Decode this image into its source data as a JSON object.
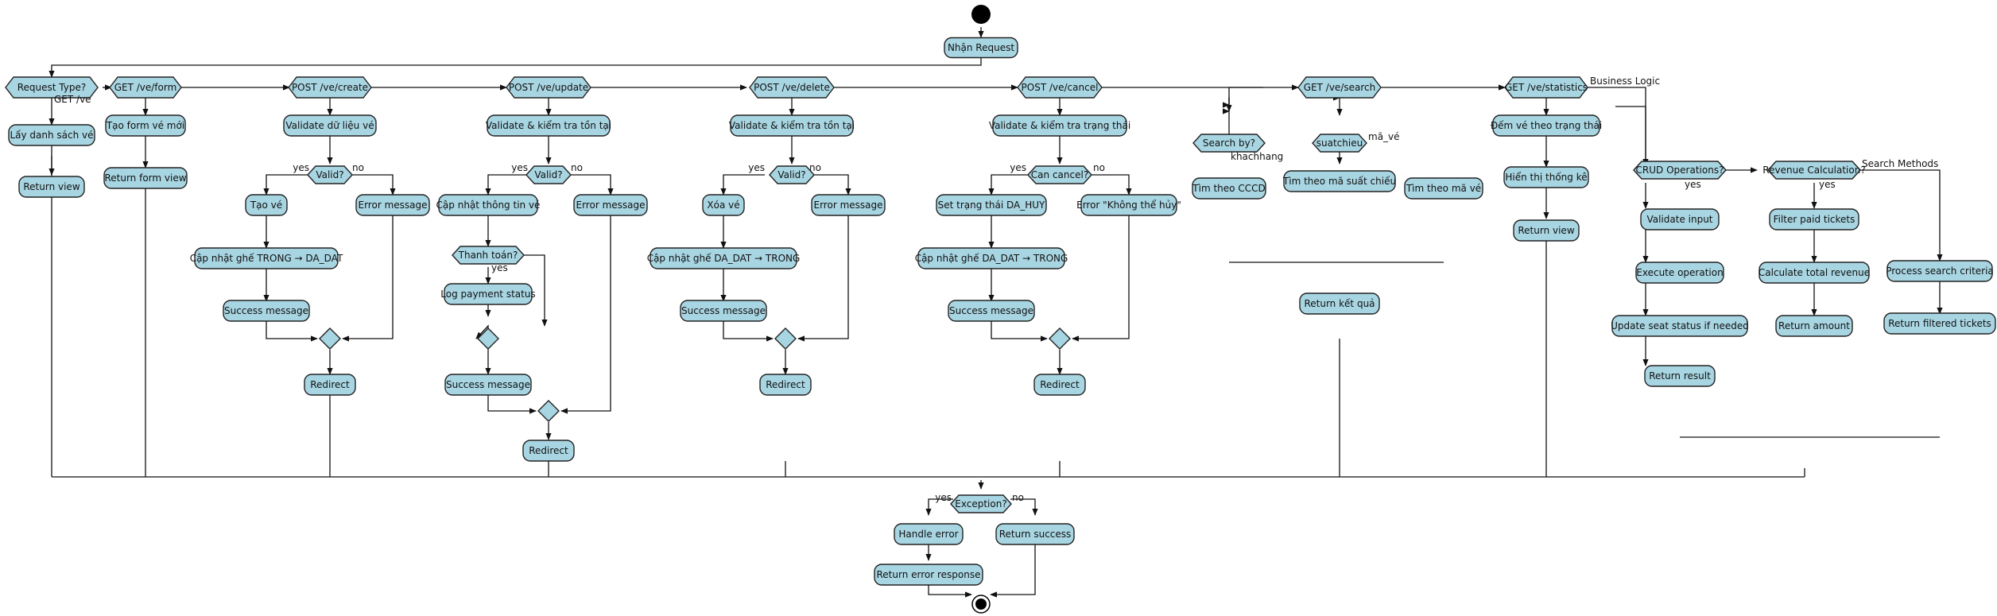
{
  "nodes": {
    "n_start": "Nhận Request",
    "d_type": "Request Type?",
    "d_form": "GET /ve/form",
    "d_create": "POST /ve/create",
    "d_update": "POST /ve/update",
    "d_delete": "POST /ve/delete",
    "d_cancel": "POST /ve/cancel",
    "d_search": "GET /ve/search",
    "d_stats": "GET /ve/statistics",
    "ve_list": "Lấy danh sách vé",
    "ve_ret": "Return view",
    "form_new": "Tạo form vé mới",
    "form_ret": "Return form view",
    "c_valid": "Validate dữ liệu vé",
    "c_q": "Valid?",
    "c_tao": "Tạo vé",
    "c_err": "Error message",
    "c_seat": "Cập nhật ghế TRONG → DA_DAT",
    "c_succ": "Success message",
    "c_redir": "Redirect",
    "u_valid": "Validate & kiểm tra tồn tại",
    "u_q": "Valid?",
    "u_upd": "Cập nhật thông tin vé",
    "u_err": "Error message",
    "u_pay": "Thanh toán?",
    "u_log": "Log payment status",
    "u_succ": "Success message",
    "u_redir": "Redirect",
    "dl_valid": "Validate & kiểm tra tồn tại",
    "dl_q": "Valid?",
    "dl_xoa": "Xóa vé",
    "dl_err": "Error message",
    "dl_seat": "Cập nhật ghế DA_DAT → TRONG",
    "dl_succ": "Success message",
    "dl_redir": "Redirect",
    "cn_valid": "Validate & kiểm tra trạng thái",
    "cn_q": "Can cancel?",
    "cn_set": "Set trạng thái DA_HUY",
    "cn_err": "Error \"Không thể hủy\"",
    "cn_seat": "Cập nhật ghế DA_DAT → TRONG",
    "cn_succ": "Success message",
    "cn_redir": "Redirect",
    "s_by": "Search by?",
    "s_sc": "suatchieu",
    "s_cccd": "Tìm theo CCCD",
    "s_msc": "Tìm theo mã suất chiếu",
    "s_mve": "Tìm theo mã vé",
    "s_ret": "Return kết quả",
    "st_count": "Đếm vé theo trạng thái",
    "st_show": "Hiển thị thống kê",
    "st_ret": "Return view",
    "b_crud": "CRUD Operations?",
    "b_rev": "Revenue Calculation?",
    "b_vin": "Validate input",
    "b_exe": "Execute operation",
    "b_upd": "Update seat status if needed",
    "b_res": "Return result",
    "b_fil": "Filter paid tickets",
    "b_calc": "Calculate total revenue",
    "b_amt": "Return amount",
    "b_proc": "Process search criteria",
    "b_filt": "Return filtered tickets",
    "e_q": "Exception?",
    "e_handle": "Handle error",
    "e_succ": "Return success",
    "e_resp": "Return error response"
  },
  "edges": {
    "get_ve": "GET /ve",
    "yes": "yes",
    "no": "no",
    "khachhang": "khachhang",
    "ma_ve": "mã_vé",
    "business": "Business Logic",
    "search_methods": "Search Methods"
  },
  "colors": {
    "activity": "#a8d5e2",
    "stroke": "#222222",
    "background": "#ffffff"
  }
}
